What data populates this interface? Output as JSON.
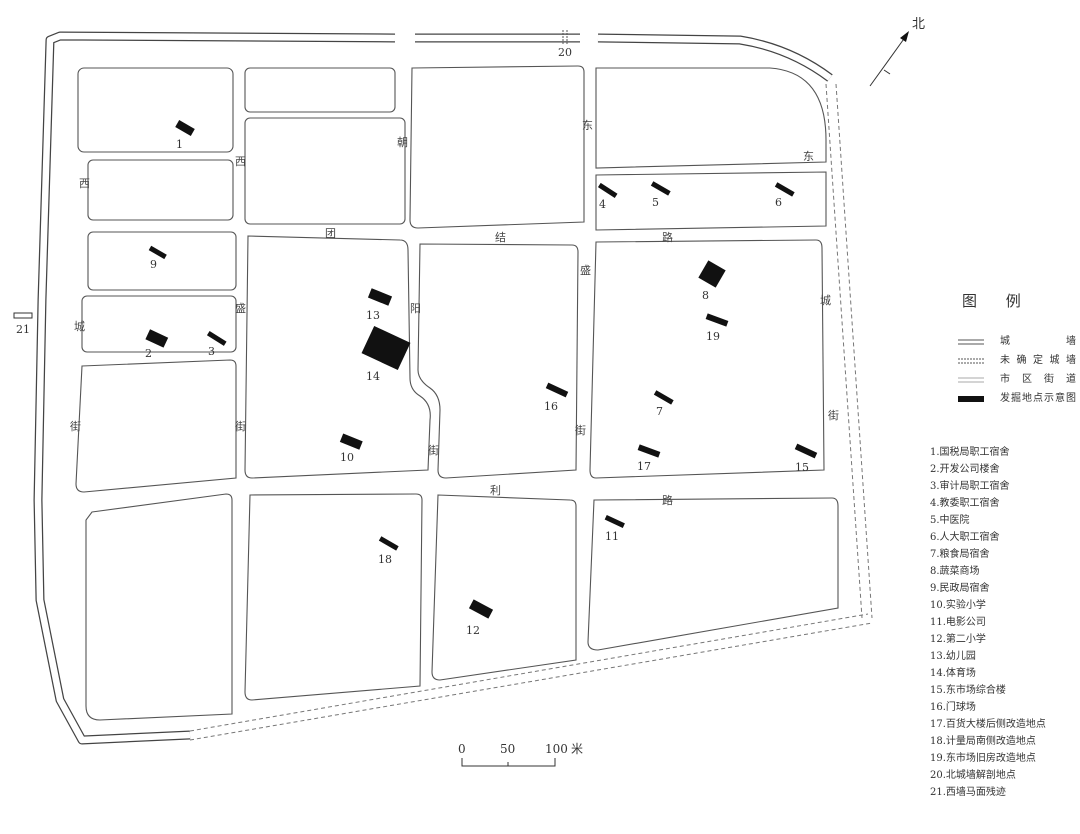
{
  "map": {
    "north_label": "北",
    "streets": {
      "xicheng": [
        "西",
        "城",
        "街"
      ],
      "xisheng": [
        "西",
        "盛",
        "街"
      ],
      "chaoyang": [
        "朝",
        "阳",
        "街"
      ],
      "dongsheng": [
        "东",
        "盛",
        "街"
      ],
      "dongcheng": [
        "东",
        "城",
        "街"
      ],
      "tuanjie": [
        "团",
        "结",
        "路"
      ],
      "shengli": [
        "利",
        "路"
      ]
    },
    "sites": [
      "1",
      "2",
      "3",
      "4",
      "5",
      "6",
      "7",
      "8",
      "9",
      "10",
      "11",
      "12",
      "13",
      "14",
      "15",
      "16",
      "17",
      "18",
      "19",
      "20",
      "21"
    ]
  },
  "legend": {
    "title": "图 例",
    "items": [
      {
        "label": "城墙",
        "symbol": "city-wall"
      },
      {
        "label": "未确定城墙",
        "symbol": "uncertain-wall"
      },
      {
        "label": "市区街道",
        "symbol": "street"
      },
      {
        "label": "发掘地点示意图",
        "symbol": "excavation-site"
      }
    ]
  },
  "site_list": [
    "1.国税局职工宿舍",
    "2.开发公司楼舍",
    "3.审计局职工宿舍",
    "4.教委职工宿舍",
    "5.中医院",
    "6.人大职工宿舍",
    "7.粮食局宿舍",
    "8.蔬菜商场",
    "9.民政局宿舍",
    "10.实验小学",
    "11.电影公司",
    "12.第二小学",
    "13.幼儿园",
    "14.体育场",
    "15.东市场综合楼",
    "16.门球场",
    "17.百货大楼后侧改造地点",
    "18.计量局南侧改造地点",
    "19.东市场旧房改造地点",
    "20.北城墙解剖地点",
    "21.西墙马面残迹"
  ],
  "scale": {
    "ticks": [
      "0",
      "50",
      "100"
    ],
    "unit": "米"
  }
}
